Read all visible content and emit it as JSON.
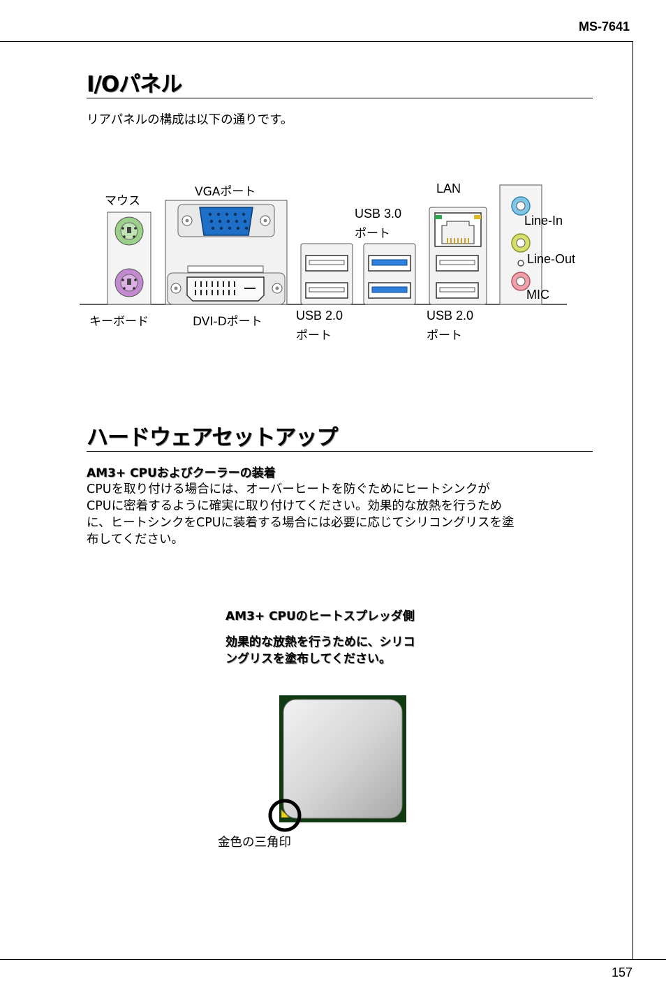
{
  "header": {
    "model": "MS-7641",
    "page_number": "157"
  },
  "io_panel": {
    "title": "I/Oパネル",
    "intro": "リアパネルの構成は以下の通りです。",
    "labels": {
      "mouse": "マウス",
      "vga": "VGAポート",
      "lan": "LAN",
      "usb3_line1": "USB 3.0",
      "usb3_line2": "ポート",
      "line_in": "Line-In",
      "line_out": "Line-Out",
      "mic": "MIC",
      "keyboard": "キーボード",
      "dvi": "DVI-Dポート",
      "usb2a_line1": "USB 2.0",
      "usb2a_line2": "ポート",
      "usb2b_line1": "USB 2.0",
      "usb2b_line2": "ポート"
    }
  },
  "hardware": {
    "title": "ハードウェアセットアップ",
    "subtitle": "AM3+ CPUおよびクーラーの装着",
    "para_lines": [
      "CPUを取り付ける場合には、オーバーヒートを防ぐためにヒートシンクが",
      "CPUに密着するように確実に取り付けてください。効果的な放熱を行うため",
      "に、ヒートシンクをCPUに装着する場合には必要に応じてシリコングリスを塗",
      "布してください。"
    ],
    "cpu_caption_title": "AM3+ CPUのヒートスプレッダ側",
    "cpu_caption_line1": "効果的な放熱を行うために、シリコ",
    "cpu_caption_line2": "ングリスを塗布してください。",
    "triangle_label": "金色の三角印"
  },
  "colors": {
    "mouse_port": "#9bd08a",
    "keyboard_port": "#c48ad0",
    "vga_blue": "#1e6fc8",
    "usb3_blue": "#2e7fd9",
    "line_in": "#7fc7e8",
    "line_out": "#d6df6a",
    "mic": "#f0a0a8",
    "cpu_board": "#123a12"
  }
}
